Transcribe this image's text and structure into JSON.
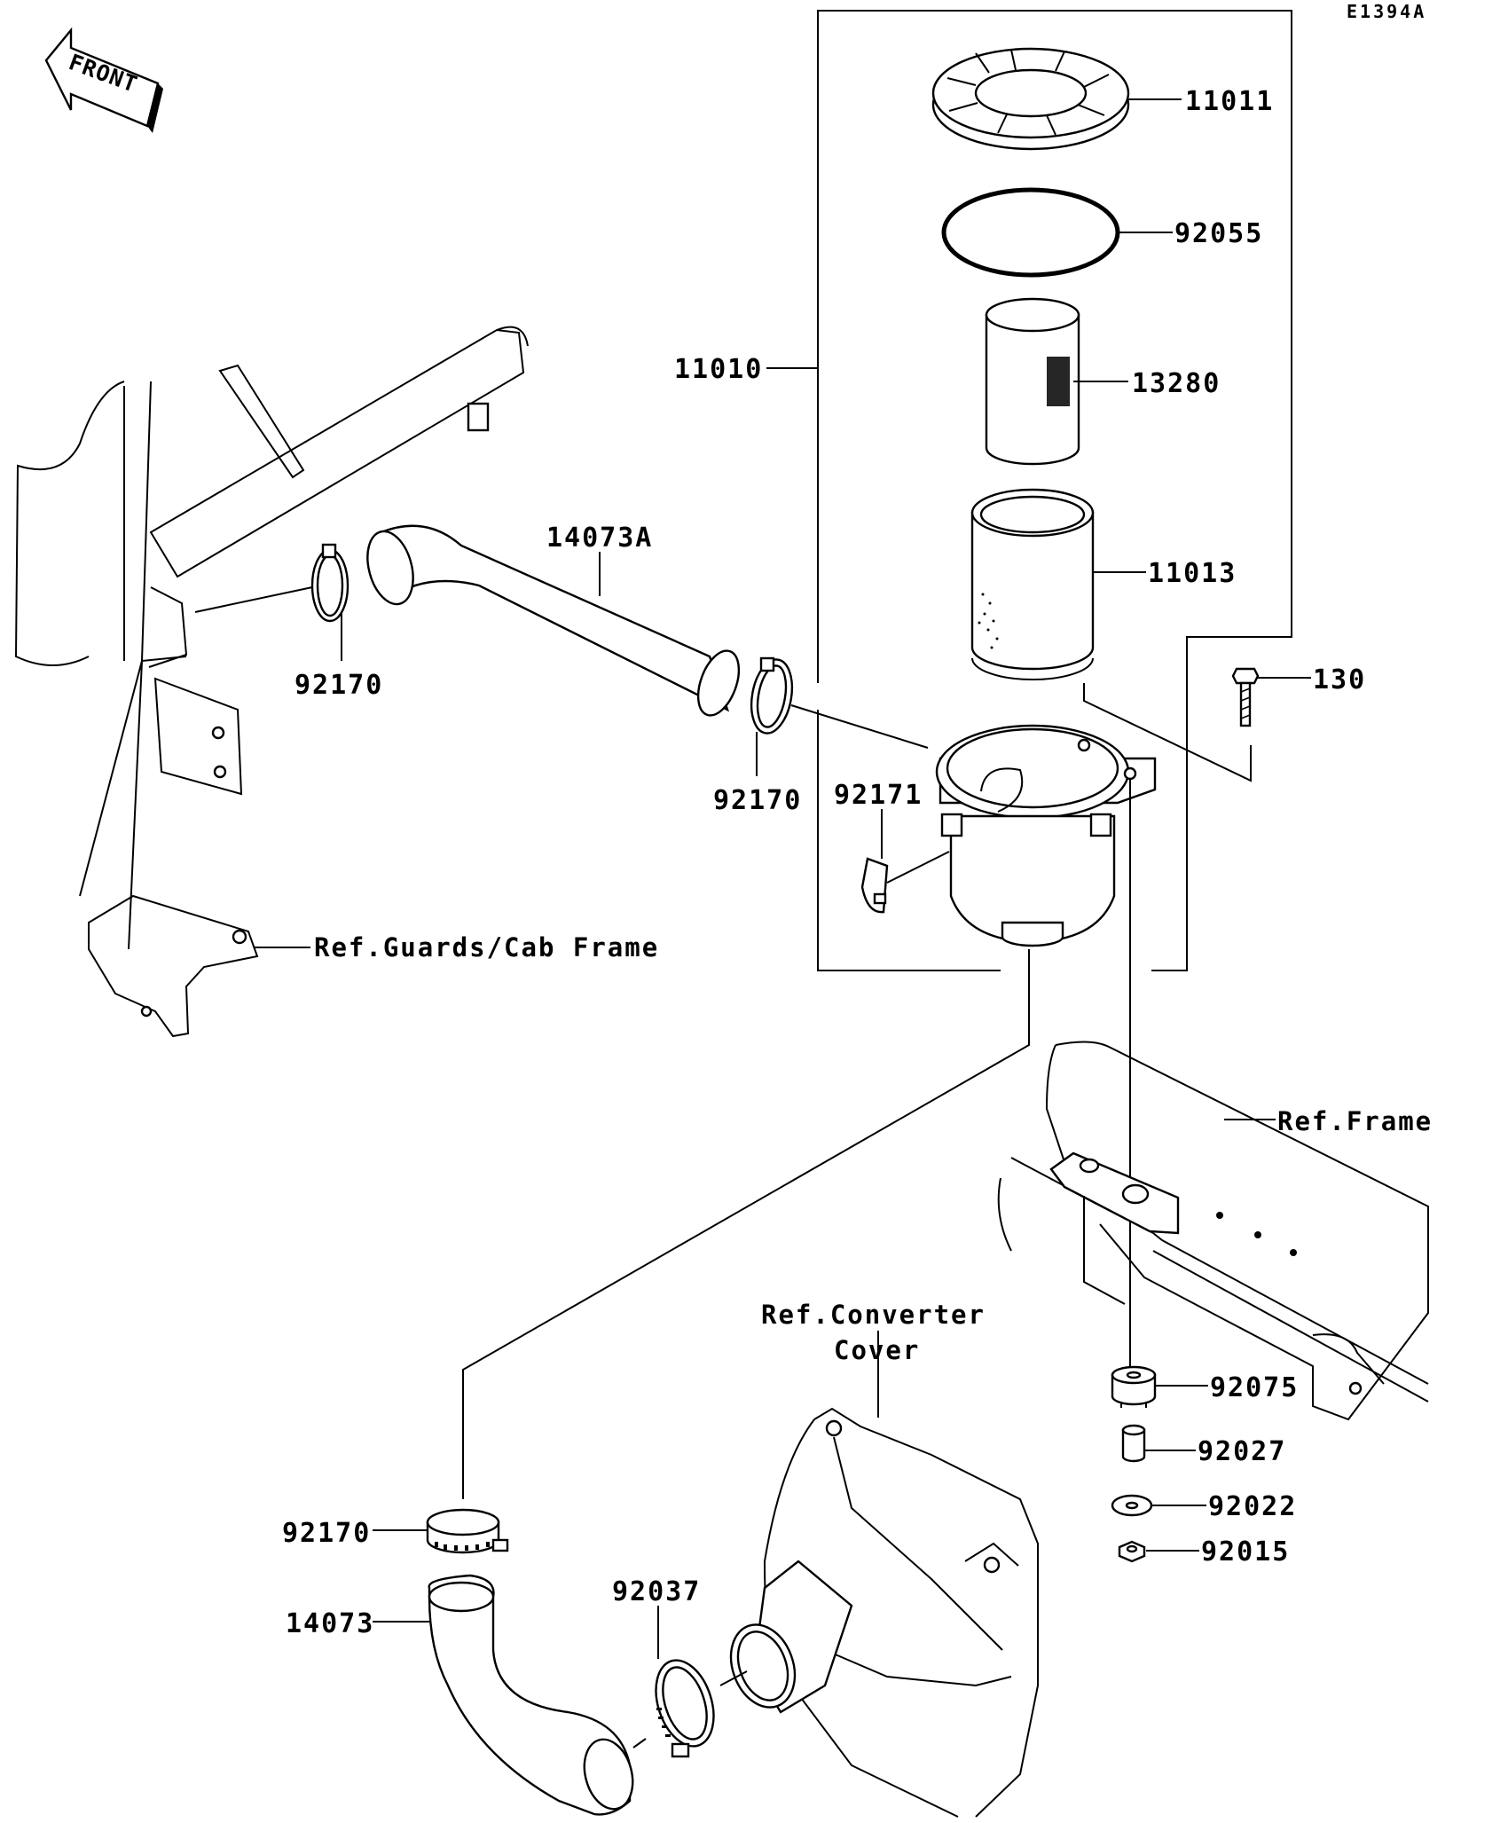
{
  "diagram_code": "E1394A",
  "front_label": "FRONT",
  "parts": [
    {
      "id": "p11011",
      "number": "11011"
    },
    {
      "id": "p92055",
      "number": "92055"
    },
    {
      "id": "p11010",
      "number": "11010"
    },
    {
      "id": "p13280",
      "number": "13280"
    },
    {
      "id": "p11013",
      "number": "11013"
    },
    {
      "id": "p130",
      "number": "130"
    },
    {
      "id": "p14073A",
      "number": "14073A"
    },
    {
      "id": "p92170a",
      "number": "92170"
    },
    {
      "id": "p92170b",
      "number": "92170"
    },
    {
      "id": "p92171",
      "number": "92171"
    },
    {
      "id": "p92170c",
      "number": "92170"
    },
    {
      "id": "p14073",
      "number": "14073"
    },
    {
      "id": "p92037",
      "number": "92037"
    },
    {
      "id": "p92075",
      "number": "92075"
    },
    {
      "id": "p92027",
      "number": "92027"
    },
    {
      "id": "p92022",
      "number": "92022"
    },
    {
      "id": "p92015",
      "number": "92015"
    }
  ],
  "references": {
    "guards_cab_frame": "Ref.Guards/Cab Frame",
    "frame": "Ref.Frame",
    "converter_cover_line1": "Ref.Converter",
    "converter_cover_line2": "Cover"
  }
}
